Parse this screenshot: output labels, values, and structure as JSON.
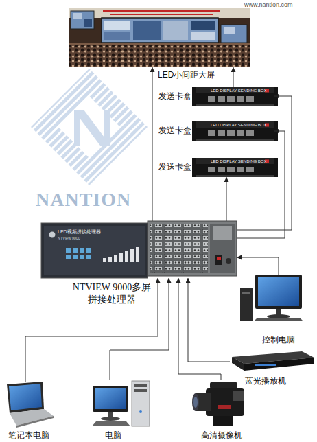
{
  "diagram": {
    "nodes": [
      {
        "text": [
          "LED小间距大屏"
        ]
      },
      {
        "text": [
          "发送卡盒",
          "LED DISPLAY SENDING BOX"
        ]
      },
      {
        "text": [
          "发送卡盒",
          "LED DISPLAY SENDING BOX"
        ]
      },
      {
        "text": [
          "发送卡盒",
          "LED DISPLAY SENDING BOX"
        ]
      },
      {
        "text": [
          "LED视频拼接处理器",
          "NTView 9000",
          "NTVIEW 9000多屏 拼接处理器"
        ]
      },
      {
        "text": [
          "控制电脑"
        ]
      },
      {
        "text": [
          "蓝光播放机"
        ]
      },
      {
        "text": [
          "高清摄像机"
        ]
      },
      {
        "text": [
          "电脑"
        ]
      },
      {
        "text": [
          "笔记本电脑"
        ]
      }
    ],
    "edges": [
      {
        "from": 4,
        "to": 0,
        "arrow": "to"
      },
      {
        "from": 1,
        "to": 0,
        "arrow": "to"
      },
      {
        "from": 4,
        "to": 1,
        "arrow": "to"
      },
      {
        "from": 4,
        "to": 2,
        "arrow": "to"
      },
      {
        "from": 4,
        "to": 3,
        "arrow": "to"
      },
      {
        "from": 5,
        "to": 4,
        "arrow": "to"
      },
      {
        "from": 6,
        "to": 4,
        "arrow": "to"
      },
      {
        "from": 7,
        "to": 4,
        "arrow": "to"
      },
      {
        "from": 8,
        "to": 4,
        "arrow": "to"
      },
      {
        "from": 9,
        "to": 4,
        "arrow": "to"
      }
    ],
    "labels": [
      "www.nantion.com",
      "NANTION"
    ]
  }
}
